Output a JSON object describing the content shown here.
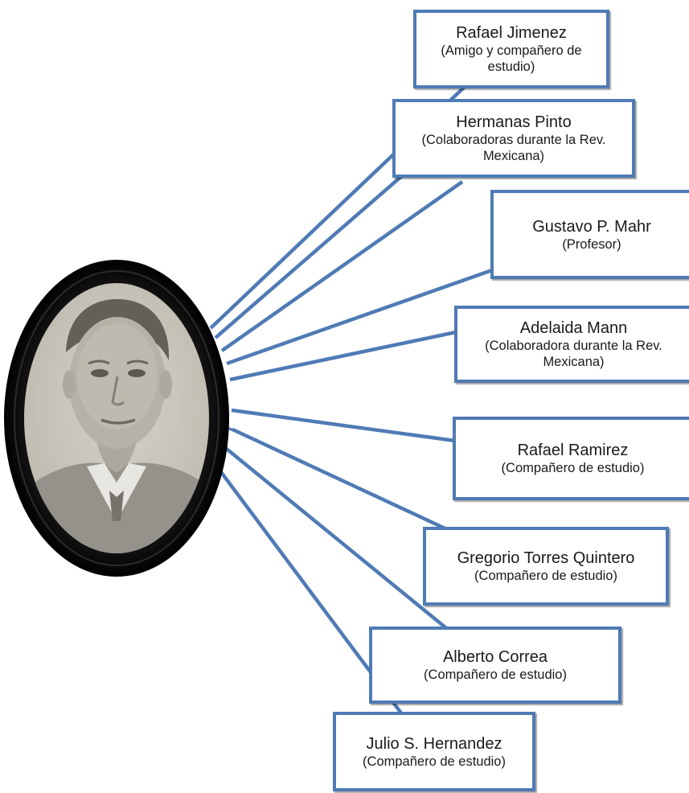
{
  "diagram": {
    "portrait": {
      "description_icon": "portrait-photo-icon",
      "frame_color": "#050505",
      "photo_tone": "#cfcbc1"
    },
    "connector_color": "#4f7bb5",
    "nodes": [
      {
        "id": "rafael-jimenez",
        "name": "Rafael Jimenez",
        "role": "(Amigo y compañero de estudio)"
      },
      {
        "id": "hermanas-pinto",
        "name": "Hermanas Pinto",
        "role": "(Colaboradoras durante la Rev. Mexicana)"
      },
      {
        "id": "gustavo-mahr",
        "name": "Gustavo P. Mahr",
        "role": "(Profesor)"
      },
      {
        "id": "adelaida-mann",
        "name": "Adelaida Mann",
        "role": "(Colaboradora durante la Rev. Mexicana)"
      },
      {
        "id": "rafael-ramirez",
        "name": "Rafael Ramirez",
        "role": "(Compañero de estudio)"
      },
      {
        "id": "gregorio-torres-quintero",
        "name": "Gregorio Torres Quintero",
        "role": "(Compañero de estudio)"
      },
      {
        "id": "alberto-correa",
        "name": "Alberto Correa",
        "role": "(Compañero de estudio)"
      },
      {
        "id": "julio-hernandez",
        "name": "Julio S. Hernandez",
        "role": "(Compañero de estudio)"
      }
    ]
  }
}
